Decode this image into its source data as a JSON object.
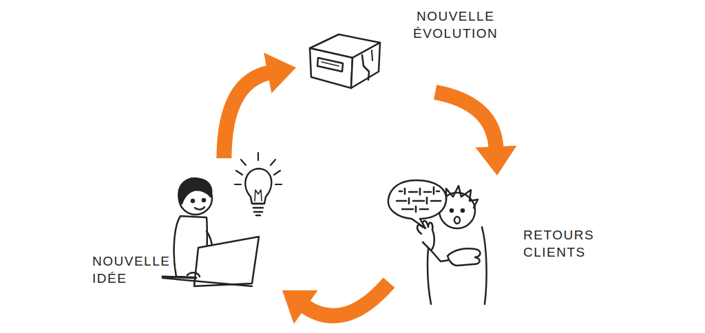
{
  "diagram": {
    "nodes": [
      {
        "text": [
          "NOUVELLE ÉVOLUTION"
        ]
      },
      {
        "text": [
          "RETOURS CLIENTS"
        ]
      },
      {
        "text": [
          "NOUVELLE IDÉE"
        ]
      }
    ],
    "edges": [
      {
        "from": 2,
        "to": 0,
        "arrow": "to"
      },
      {
        "from": 0,
        "to": 1,
        "arrow": "to"
      },
      {
        "from": 1,
        "to": 2,
        "arrow": "to"
      }
    ]
  }
}
